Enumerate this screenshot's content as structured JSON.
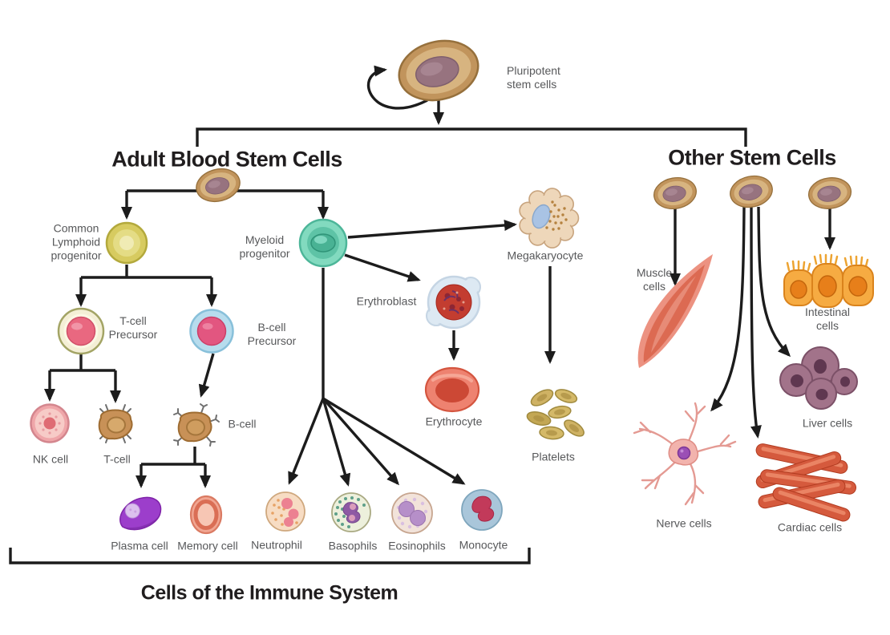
{
  "titles": {
    "adult_blood": "Adult Blood Stem Cells",
    "other": "Other Stem Cells",
    "immune_caption": "Cells of the Immune System"
  },
  "labels": {
    "pluripotent": "Pluripotent\nstem cells",
    "common_lymphoid_progenitor": "Common\nLymphoid\nprogenitor",
    "myeloid_progenitor": "Myeloid\nprogenitor",
    "t_cell_precursor": "T-cell\nPrecursor",
    "b_cell_precursor": "B-cell\nPrecursor",
    "nk_cell": "NK cell",
    "t_cell": "T-cell",
    "b_cell": "B-cell",
    "plasma_cell": "Plasma cell",
    "memory_cell": "Memory cell",
    "neutrophil": "Neutrophil",
    "basophils": "Basophils",
    "eosinophils": "Eosinophils",
    "monocyte": "Monocyte",
    "erythroblast": "Erythroblast",
    "erythrocyte": "Erythrocyte",
    "megakaryocyte": "Megakaryocyte",
    "platelets": "Platelets",
    "muscle_cells": "Muscle\ncells",
    "intestinal_cells": "Intestinal cells",
    "liver_cells": "Liver cells",
    "nerve_cells": "Nerve cells",
    "cardiac_cells": "Cardiac cells"
  },
  "palette": {
    "background": "#ffffff",
    "arrow": "#1c1c1c",
    "label_text": "#57585a",
    "heading_text": "#201d1e",
    "stem_cell_tan": "#c1945c",
    "stem_nucleus_mauve": "#97737f",
    "lymphoid_yellow": "#d7cb60",
    "myeloid_teal": "#82dabf",
    "t_precursor_pink": "#e96880",
    "b_precursor_blue": "#b7dced",
    "nk_pink": "#efa6a9",
    "lymphocyte_brown": "#c89157",
    "plasma_purple": "#9c3ecb",
    "memory_salmon": "#f1a692",
    "neutrophil_peach": "#f7dcc3",
    "basophil_pale": "#edf0dc",
    "eosinophil_lavender": "#f2e3da",
    "monocyte_blue": "#a9c6da",
    "erythroblast_red": "#c33d30",
    "erythrocyte_red": "#ee8270",
    "megakaryocyte_tan": "#eed7ba",
    "platelet_olive": "#cfb264",
    "muscle_red": "#dc6a52",
    "intestinal_orange": "#f6ab42",
    "liver_mauve": "#a2738a",
    "nerve_pink": "#f2b3ad",
    "cardiac_red": "#d55a3d"
  }
}
